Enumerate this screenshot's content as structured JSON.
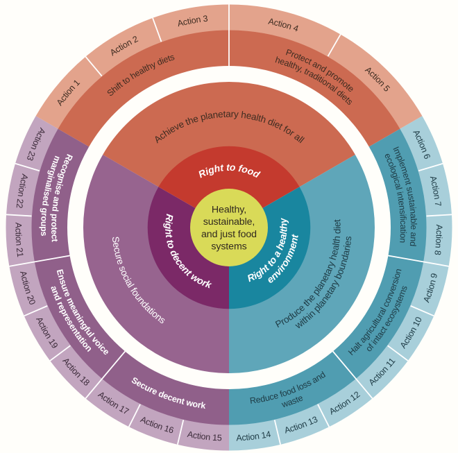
{
  "figure": {
    "type": "sunburst-diagram",
    "background": "#fffefa",
    "separator_color": "#ffffff",
    "center": {
      "fill": "#d9da58",
      "text_color": "#31291f",
      "lines": [
        "Healthy,",
        "sustainable,",
        "and just food",
        "systems"
      ]
    },
    "sectors": [
      {
        "name": "right-to-food",
        "start": -60,
        "end": 60,
        "colors": {
          "core": "#c43a2e",
          "band": "#cc6a51",
          "group": "#cc6a51",
          "action": "#e3a38c",
          "core_text": "#ffffff",
          "band_text": "#3e2c21",
          "group_text": "#3e2c21",
          "action_text": "#3e2c21"
        },
        "group_text_bold": false,
        "core_label": {
          "lines": [
            "Right to food"
          ]
        },
        "band_label": {
          "lines": [
            "Achieve the planetary health diet for all"
          ]
        },
        "groups": [
          {
            "start": -60,
            "end": 0,
            "lines": [
              "Shift to healthy diets"
            ]
          },
          {
            "start": 0,
            "end": 60,
            "lines": [
              "Protect and promote",
              "healthy, traditional diets"
            ]
          }
        ],
        "actions": [
          {
            "label": "Action 1",
            "start": -60,
            "end": -40
          },
          {
            "label": "Action 2",
            "start": -40,
            "end": -20
          },
          {
            "label": "Action 3",
            "start": -20,
            "end": 0
          },
          {
            "label": "Action 4",
            "start": 0,
            "end": 30
          },
          {
            "label": "Action 5",
            "start": 30,
            "end": 60
          }
        ]
      },
      {
        "name": "right-to-a-healthy-environment",
        "start": 60,
        "end": 180,
        "colors": {
          "core": "#19869f",
          "band": "#5fa6b9",
          "group": "#509db1",
          "action": "#a8cfda",
          "core_text": "#ffffff",
          "band_text": "#1e3b45",
          "group_text": "#1e3b45",
          "action_text": "#1e3b45"
        },
        "group_text_bold": false,
        "core_label": {
          "lines": [
            "Right to a healthy",
            "environment"
          ]
        },
        "band_label": {
          "lines": [
            "Produce the planetary health diet",
            "within planetary boundaries"
          ]
        },
        "groups": [
          {
            "start": 60,
            "end": 100,
            "lines": [
              "Implement sustainable and",
              "ecological intensification"
            ]
          },
          {
            "start": 100,
            "end": 140,
            "lines": [
              "Halt agricultural conversion",
              "of intact ecosystems"
            ]
          },
          {
            "start": 140,
            "end": 180,
            "lines": [
              "Reduce food loss and",
              "waste"
            ]
          }
        ],
        "actions": [
          {
            "label": "Action 6",
            "start": 60,
            "end": 73.333
          },
          {
            "label": "Action 7",
            "start": 73.333,
            "end": 86.667
          },
          {
            "label": "Action 8",
            "start": 86.667,
            "end": 100
          },
          {
            "label": "Action 9",
            "start": 100,
            "end": 113.333
          },
          {
            "label": "Action 10",
            "start": 113.333,
            "end": 126.667
          },
          {
            "label": "Action 11",
            "start": 126.667,
            "end": 140
          },
          {
            "label": "Action 12",
            "start": 140,
            "end": 153.333
          },
          {
            "label": "Action 13",
            "start": 153.333,
            "end": 166.667
          },
          {
            "label": "Action 14",
            "start": 166.667,
            "end": 180
          }
        ]
      },
      {
        "name": "right-to-decent-work",
        "start": 180,
        "end": 300,
        "colors": {
          "core": "#7b2967",
          "band": "#97648f",
          "group": "#90608a",
          "action": "#c2a5bf",
          "core_text": "#ffffff",
          "band_text": "#ffffff",
          "group_text": "#ffffff",
          "action_text": "#3c2b3a"
        },
        "group_text_bold": true,
        "core_label": {
          "lines": [
            "Right to decent work"
          ]
        },
        "band_label": {
          "lines": [
            "Secure social foundations"
          ]
        },
        "groups": [
          {
            "start": 180,
            "end": 220,
            "lines": [
              "Secure decent work"
            ]
          },
          {
            "start": 220,
            "end": 260,
            "lines": [
              "Ensure meaningful voice",
              "and representation"
            ]
          },
          {
            "start": 260,
            "end": 300,
            "lines": [
              "Recognise and protect",
              "marginalised groups"
            ]
          }
        ],
        "actions": [
          {
            "label": "Action 15",
            "start": 180,
            "end": 193.333
          },
          {
            "label": "Action 16",
            "start": 193.333,
            "end": 206.667
          },
          {
            "label": "Action 17",
            "start": 206.667,
            "end": 220
          },
          {
            "label": "Action 18",
            "start": 220,
            "end": 233.333
          },
          {
            "label": "Action 19",
            "start": 233.333,
            "end": 246.667
          },
          {
            "label": "Action 20",
            "start": 246.667,
            "end": 260
          },
          {
            "label": "Action 21",
            "start": 260,
            "end": 273.333
          },
          {
            "label": "Action 22",
            "start": 273.333,
            "end": 286.667
          },
          {
            "label": "Action 23",
            "start": 286.667,
            "end": 300
          }
        ]
      }
    ]
  }
}
